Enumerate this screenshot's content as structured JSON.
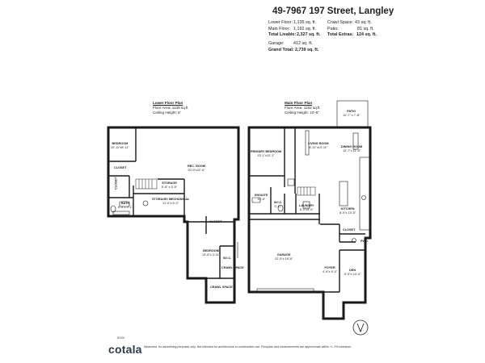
{
  "listing": {
    "title": "49-7967 197 Street, Langley"
  },
  "areas": {
    "lower_floor_label": "Lower Floor:",
    "lower_floor_value": "1,135 sq. ft.",
    "main_floor_label": "Main Floor:",
    "main_floor_value": "1,192 sq. ft.",
    "total_livable_label": "Total Livable:",
    "total_livable_value": "2,327 sq. ft.",
    "crawl_label": "Crawl Space:",
    "crawl_value": "43 sq. ft.",
    "patio_label": "Patio:",
    "patio_value": "81 sq. ft.",
    "total_extras_label": "Total Extras:",
    "total_extras_value": "124 sq. ft.",
    "garage_label": "Garage:",
    "garage_value": "412 sq. ft.",
    "grand_total_label": "Grand Total:",
    "grand_total_value": "2,739 sq. ft."
  },
  "lower_plan": {
    "name": "Lower Floor Plan",
    "floor_area": "Floor Area: 1135 sq.ft",
    "ceiling": "Ceiling Height: 8'",
    "rooms": {
      "bedroom1": {
        "name": "BEDROOM",
        "dims": "10'-11\"x8'-11\""
      },
      "closet1": {
        "name": "CLOSET",
        "dims": ""
      },
      "closet2": {
        "name": "CLOSET",
        "dims": ""
      },
      "rec": {
        "name": "REC. ROOM",
        "dims": "20'-9\"x22'-6\""
      },
      "storage": {
        "name": "STORAGE",
        "dims": "6'-8\" x 3'-5\""
      },
      "storage_mech": {
        "name": "STORAGE/ MECHANICAL",
        "dims": "11'-0\"x 6'-0\""
      },
      "bath": {
        "name": "BATH",
        "dims": "6'-5\"x 5'-1\""
      },
      "closet3": {
        "name": "CLOSET",
        "dims": ""
      },
      "bedroom2": {
        "name": "BEDROOM",
        "dims": "13'-6\"x 3'-11\""
      },
      "wic": {
        "name": "W.I.C.",
        "dims": ""
      },
      "crawl1": {
        "name": "CRAWL SPACE",
        "dims": ""
      },
      "crawl2": {
        "name": "CRAWL SPACE",
        "dims": ""
      }
    }
  },
  "main_plan": {
    "name": "Main Floor Plan",
    "floor_area": "Floor Area: 1192 sq.ft",
    "ceiling": "Ceiling Height: 10'-5\"",
    "rooms": {
      "patio": {
        "name": "PATIO",
        "dims": "10'-7\" x 7'-8\""
      },
      "primary": {
        "name": "PRIMARY BEDROOM",
        "dims": "15'-1\"x12'-1\""
      },
      "living": {
        "name": "LIVING ROOM",
        "dims": "8'-11\"x14'-11\""
      },
      "dining": {
        "name": "DINING ROOM",
        "dims": "12'-7\"x 11'-8\""
      },
      "ensuite": {
        "name": "ENSUITE",
        "dims": "10'-6\""
      },
      "wic": {
        "name": "W.I.C.",
        "dims": "5'-11\""
      },
      "laundry": {
        "name": "LAUNDRY",
        "dims": "6'-0\"x5'-5\""
      },
      "kitchen": {
        "name": "KITCHEN",
        "dims": "8'-9\"x 13'-5\""
      },
      "closet": {
        "name": "CLOSET",
        "dims": ""
      },
      "pwd": {
        "name": "PWD.",
        "dims": ""
      },
      "garage": {
        "name": "GARAGE",
        "dims": "22'-5\"x 19'-6\""
      },
      "foyer": {
        "name": "FOYER",
        "dims": "4'-6\"x 9'-5\""
      },
      "den": {
        "name": "DEN",
        "dims": "9'-5\"x 14'-4\""
      }
    }
  },
  "branding": {
    "name": "cotala",
    "small": "BOOK",
    "disclaimer": "Measured, for advertising purposes only. Not intended for architectural or construction use. Floorplan and measurements are approximate within +/- 2% tolerance"
  },
  "colors": {
    "wall": "#1a1a1a",
    "text": "#222222",
    "brand": "#2e3a49"
  },
  "icons": [
    "compass-icon"
  ]
}
